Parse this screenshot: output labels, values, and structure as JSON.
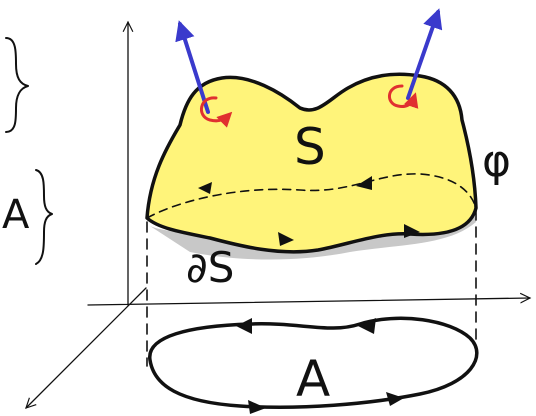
{
  "labels": {
    "surface": "S",
    "boundary": "∂S",
    "region": "A",
    "function": "φ",
    "left_fragment": "A"
  },
  "colors": {
    "surface_fill": "#fff47a",
    "surface_shadow": "#c8c8c8",
    "ink": "#111111",
    "normal_vector": "#3a3acc",
    "rotation": "#e03030"
  },
  "icons": {
    "left_brace_top": "right-curly-brace",
    "left_brace_bottom": "right-curly-brace",
    "normal_arrows": "arrow-icon",
    "rotation_marks": "curl-arrow-icon"
  }
}
